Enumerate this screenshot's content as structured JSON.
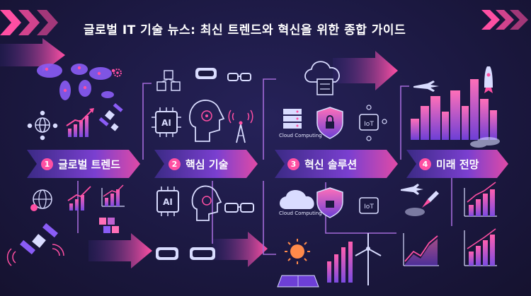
{
  "title": "글로벌 IT 기술 뉴스: 최신 트렌드와 혁신을 위한 종합 가이드",
  "sections": [
    {
      "num": "1",
      "label": "글로벌 트렌드"
    },
    {
      "num": "2",
      "label": "핵심 기술"
    },
    {
      "num": "3",
      "label": "혁신 솔루션"
    },
    {
      "num": "4",
      "label": "미래 전망"
    }
  ],
  "icon_text": {
    "ai": "AI",
    "iot": "IoT",
    "cloud": "Cloud Computing"
  },
  "colors": {
    "background": "#1b1840",
    "accent_pink": "#ff4fa3",
    "accent_purple": "#8a5cf6",
    "icon_light": "#d9dcff"
  }
}
